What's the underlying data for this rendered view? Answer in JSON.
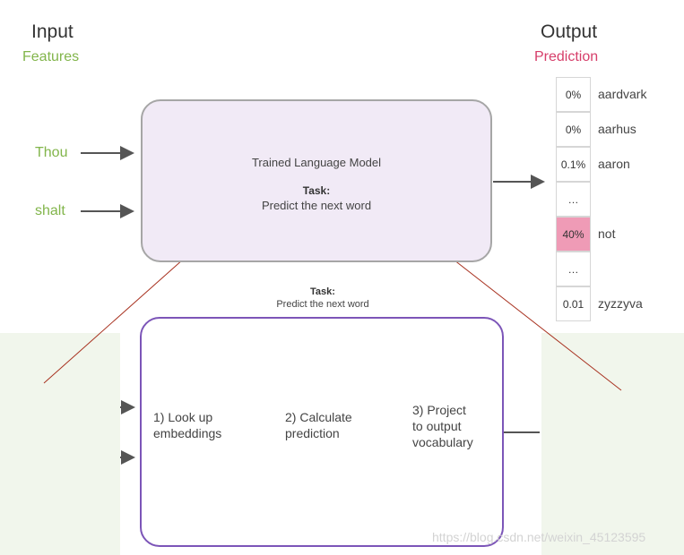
{
  "input": {
    "title": "Input",
    "subtitle": "Features",
    "words": [
      "Thou",
      "shalt"
    ]
  },
  "output": {
    "title": "Output",
    "subtitle": "Prediction"
  },
  "model": {
    "name": "Trained Language Model",
    "task_label": "Task:",
    "task_text": "Predict the next word"
  },
  "vocab": [
    {
      "prob": "0%",
      "word": "aardvark"
    },
    {
      "prob": "0%",
      "word": "aarhus"
    },
    {
      "prob": "0.1%",
      "word": "aaron"
    },
    {
      "prob": "…",
      "word": ""
    },
    {
      "prob": "40%",
      "word": "not"
    },
    {
      "prob": "…",
      "word": ""
    },
    {
      "prob": "0.01",
      "word": "zyzzyva"
    }
  ],
  "detail": {
    "task_label": "Task:",
    "task_text": "Predict the next word",
    "steps": [
      "1) Look up\nembeddings",
      "2) Calculate\nprediction",
      "3) Project\nto output\nvocabulary"
    ]
  },
  "watermark": "https://blog.csdn.net/weixin_45123595",
  "colors": {
    "features": "#82b54b",
    "prediction": "#d63e6a",
    "model_fill": "#f1eaf6",
    "detail_border": "#7c55b8",
    "highlight": "#ef9bb6",
    "zoom_lines": "#a83220"
  }
}
